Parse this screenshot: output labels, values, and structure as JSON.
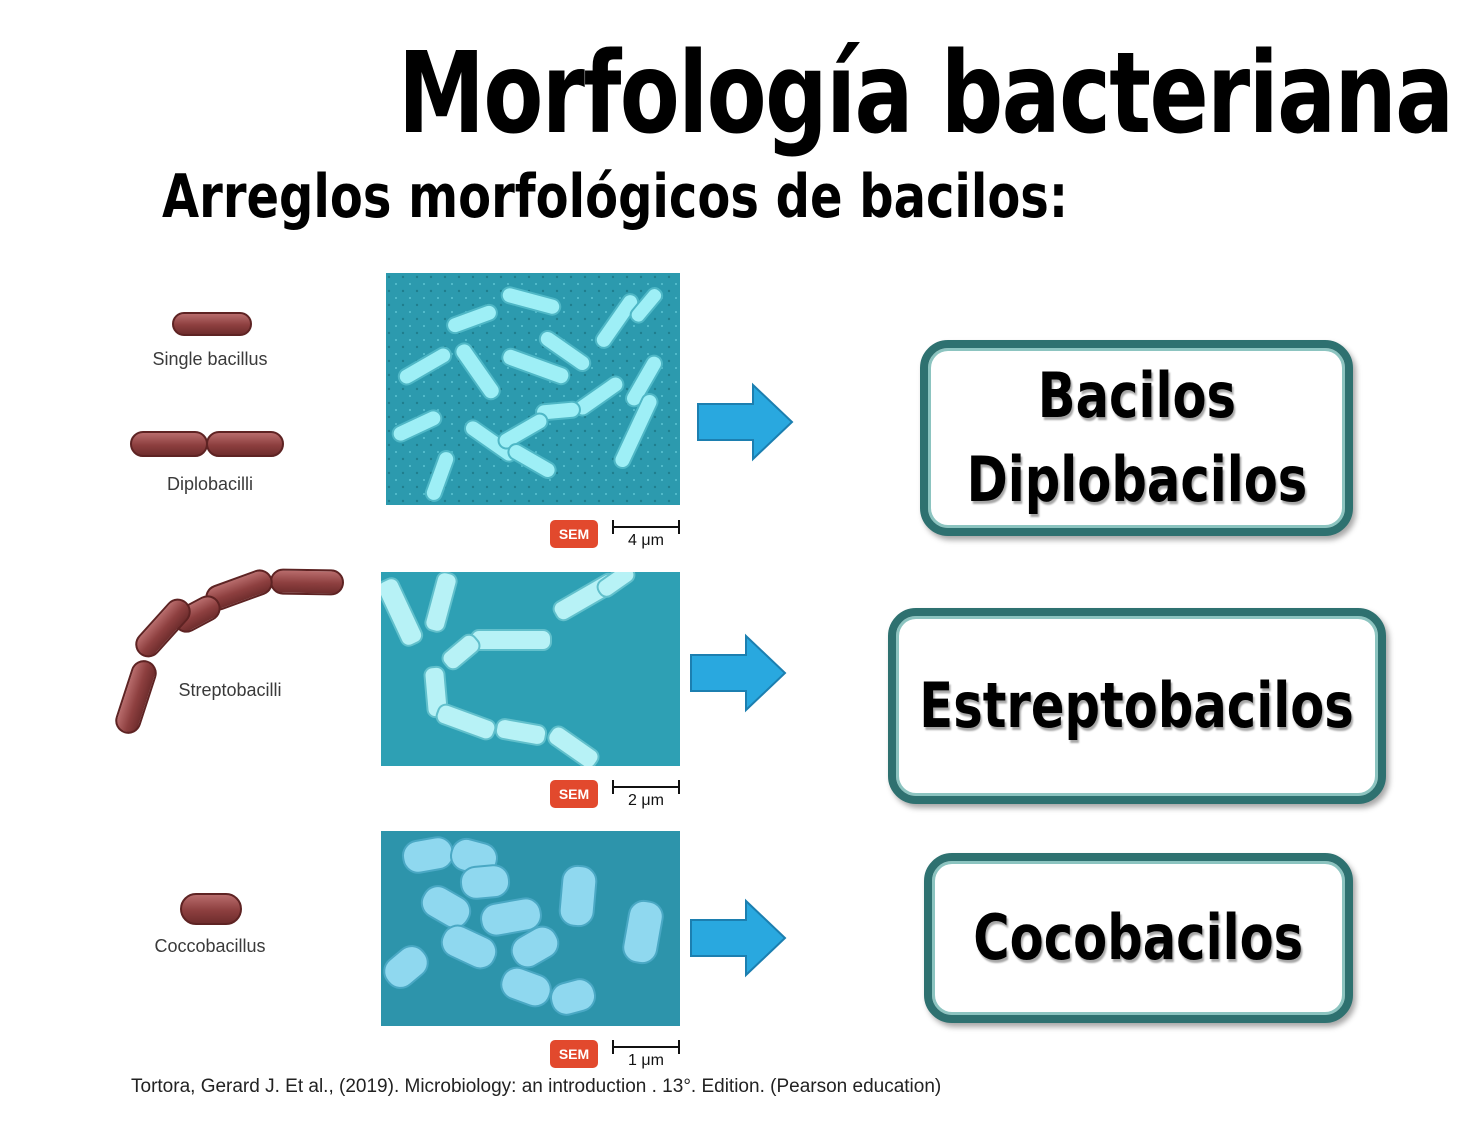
{
  "title": "Morfología bacteriana",
  "subtitle": "Arreglos morfológicos de bacilos:",
  "rows": [
    {
      "labels": [
        "Single bacillus",
        "Diplobacilli"
      ],
      "sem_badge": "SEM",
      "scale": "4 μm",
      "box_lines": [
        "Bacilos",
        "Diplobacilos"
      ]
    },
    {
      "labels": [
        "Streptobacilli"
      ],
      "sem_badge": "SEM",
      "scale": "2 μm",
      "box_lines": [
        "Estreptobacilos"
      ]
    },
    {
      "labels": [
        "Coccobacillus"
      ],
      "sem_badge": "SEM",
      "scale": "1 μm",
      "box_lines": [
        "Cocobacilos"
      ]
    }
  ],
  "citation": "Tortora, Gerard J.  Et al., (2019). Microbiology: an introduction . 13°. Edition. (Pearson education)",
  "colors": {
    "rod_fill": "#8d3f3f",
    "sem_background": "#2e9fb1",
    "bacteria_cyan": "#8fe8f0",
    "arrow_fill": "#29a8df",
    "box_border": "#2e7170",
    "sem_badge": "#e2492d"
  }
}
